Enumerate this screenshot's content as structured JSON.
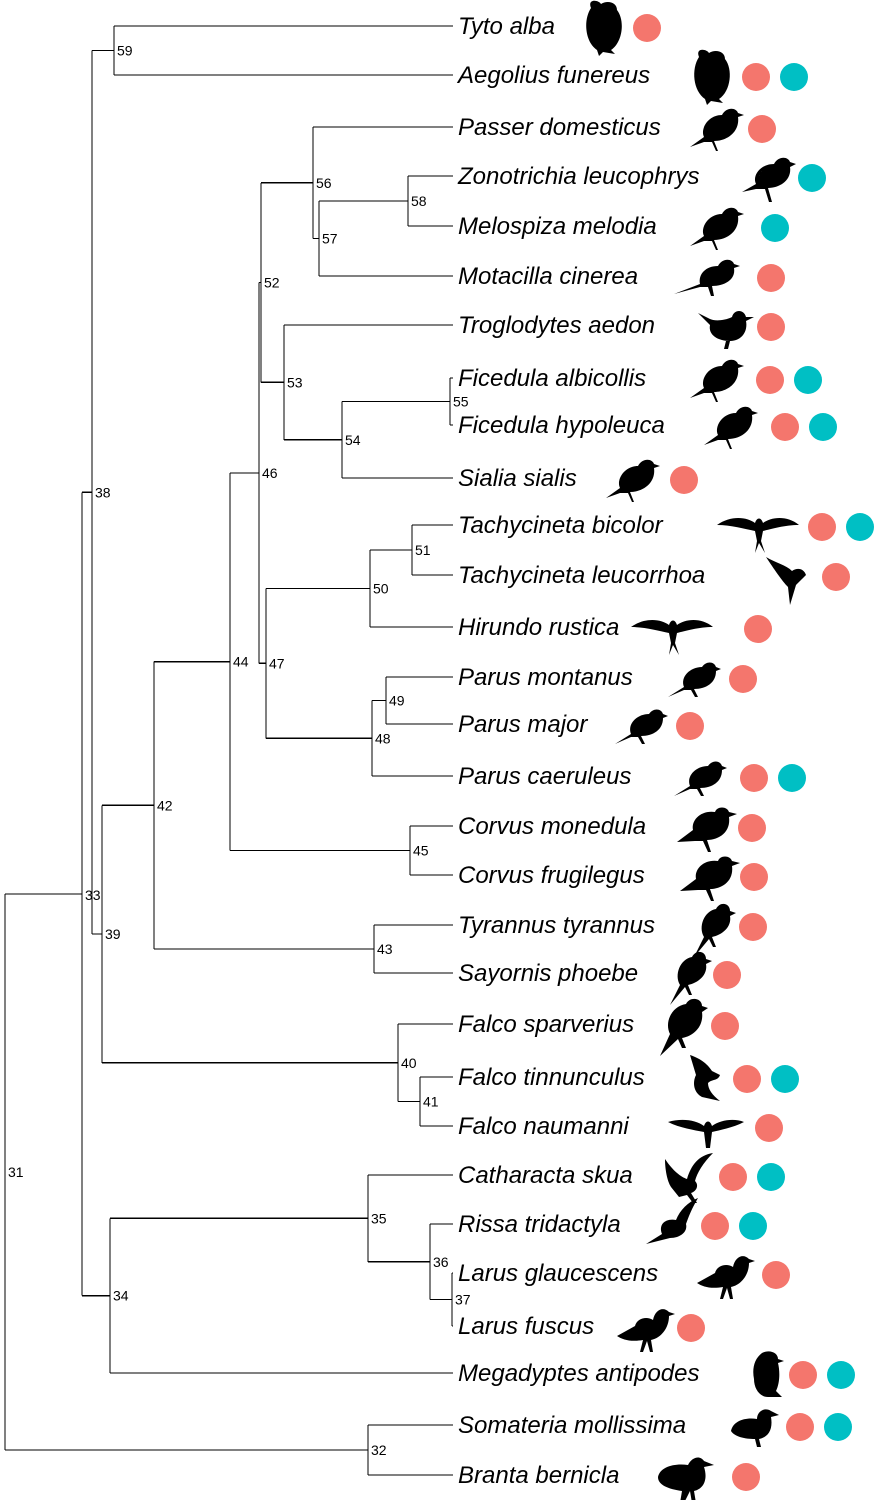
{
  "colors": {
    "marker_a": "#F4766D",
    "marker_b": "#00BFC4",
    "branch": "#000000"
  },
  "tips": [
    {
      "name": "Tyto alba",
      "node": 1,
      "icon": "owl-icon",
      "markers": [
        "a"
      ]
    },
    {
      "name": "Aegolius funereus",
      "node": 2,
      "icon": "owl-icon",
      "markers": [
        "a",
        "b"
      ]
    },
    {
      "name": "Passer domesticus",
      "node": 3,
      "icon": "songbird-icon",
      "markers": [
        "a"
      ]
    },
    {
      "name": "Zonotrichia leucophrys",
      "node": 4,
      "icon": "songbird-perched-icon",
      "markers": [
        "b"
      ]
    },
    {
      "name": "Melospiza melodia",
      "node": 5,
      "icon": "songbird-icon",
      "markers": [
        "b"
      ]
    },
    {
      "name": "Motacilla cinerea",
      "node": 6,
      "icon": "wagtail-icon",
      "markers": [
        "a"
      ]
    },
    {
      "name": "Troglodytes aedon",
      "node": 7,
      "icon": "wren-icon",
      "markers": [
        "a"
      ]
    },
    {
      "name": "Ficedula albicollis",
      "node": 8,
      "icon": "songbird-icon",
      "markers": [
        "a",
        "b"
      ]
    },
    {
      "name": "Ficedula hypoleuca",
      "node": 9,
      "icon": "songbird-icon",
      "markers": [
        "a",
        "b"
      ]
    },
    {
      "name": "Sialia sialis",
      "node": 10,
      "icon": "songbird-icon",
      "markers": [
        "a"
      ]
    },
    {
      "name": "Tachycineta bicolor",
      "node": 11,
      "icon": "swallow-flying-icon",
      "markers": [
        "a",
        "b"
      ]
    },
    {
      "name": "Tachycineta leucorrhoa",
      "node": 12,
      "icon": "swallow-diving-icon",
      "markers": [
        "a"
      ]
    },
    {
      "name": "Hirundo rustica",
      "node": 13,
      "icon": "swallow-flying-icon",
      "markers": [
        "a"
      ]
    },
    {
      "name": "Parus montanus",
      "node": 14,
      "icon": "tit-icon",
      "markers": [
        "a"
      ]
    },
    {
      "name": "Parus major",
      "node": 15,
      "icon": "tit-icon",
      "markers": [
        "a"
      ]
    },
    {
      "name": "Parus caeruleus",
      "node": 16,
      "icon": "tit-icon",
      "markers": [
        "a",
        "b"
      ]
    },
    {
      "name": "Corvus monedula",
      "node": 17,
      "icon": "crow-icon",
      "markers": [
        "a"
      ]
    },
    {
      "name": "Corvus frugilegus",
      "node": 18,
      "icon": "crow-icon",
      "markers": [
        "a"
      ]
    },
    {
      "name": "Tyrannus tyrannus",
      "node": 19,
      "icon": "flycatcher-icon",
      "markers": [
        "a"
      ]
    },
    {
      "name": "Sayornis phoebe",
      "node": 20,
      "icon": "flycatcher-icon",
      "markers": [
        "a"
      ]
    },
    {
      "name": "Falco sparverius",
      "node": 21,
      "icon": "falcon-perched-icon",
      "markers": [
        "a"
      ]
    },
    {
      "name": "Falco tinnunculus",
      "node": 22,
      "icon": "falcon-icon",
      "markers": [
        "a",
        "b"
      ]
    },
    {
      "name": "Falco naumanni",
      "node": 23,
      "icon": "falcon-flying-icon",
      "markers": [
        "a"
      ]
    },
    {
      "name": "Catharacta skua",
      "node": 24,
      "icon": "skua-icon",
      "markers": [
        "a",
        "b"
      ]
    },
    {
      "name": "Rissa tridactyla",
      "node": 25,
      "icon": "gull-flying-icon",
      "markers": [
        "a",
        "b"
      ]
    },
    {
      "name": "Larus glaucescens",
      "node": 26,
      "icon": "gull-icon",
      "markers": [
        "a"
      ]
    },
    {
      "name": "Larus fuscus",
      "node": 27,
      "icon": "gull-icon",
      "markers": [
        "a"
      ]
    },
    {
      "name": "Megadyptes antipodes",
      "node": 28,
      "icon": "penguin-icon",
      "markers": [
        "a",
        "b"
      ]
    },
    {
      "name": "Somateria mollissima",
      "node": 29,
      "icon": "duck-icon",
      "markers": [
        "a",
        "b"
      ]
    },
    {
      "name": "Branta bernicla",
      "node": 30,
      "icon": "goose-icon",
      "markers": [
        "a"
      ]
    }
  ],
  "internal_nodes": [
    {
      "id": 31,
      "children": [
        33,
        32
      ]
    },
    {
      "id": 32,
      "children": [
        29,
        30
      ]
    },
    {
      "id": 33,
      "children": [
        38,
        34
      ]
    },
    {
      "id": 34,
      "children": [
        35,
        28
      ]
    },
    {
      "id": 35,
      "children": [
        24,
        36
      ]
    },
    {
      "id": 36,
      "children": [
        25,
        37
      ]
    },
    {
      "id": 37,
      "children": [
        26,
        27
      ]
    },
    {
      "id": 38,
      "children": [
        59,
        39
      ]
    },
    {
      "id": 39,
      "children": [
        42,
        40
      ]
    },
    {
      "id": 40,
      "children": [
        21,
        41
      ]
    },
    {
      "id": 41,
      "children": [
        22,
        23
      ]
    },
    {
      "id": 42,
      "children": [
        44,
        43
      ]
    },
    {
      "id": 43,
      "children": [
        19,
        20
      ]
    },
    {
      "id": 44,
      "children": [
        46,
        45
      ]
    },
    {
      "id": 45,
      "children": [
        17,
        18
      ]
    },
    {
      "id": 46,
      "children": [
        52,
        47
      ]
    },
    {
      "id": 47,
      "children": [
        50,
        48
      ]
    },
    {
      "id": 48,
      "children": [
        49,
        16
      ]
    },
    {
      "id": 49,
      "children": [
        14,
        15
      ]
    },
    {
      "id": 50,
      "children": [
        51,
        13
      ]
    },
    {
      "id": 51,
      "children": [
        11,
        12
      ]
    },
    {
      "id": 52,
      "children": [
        56,
        53
      ]
    },
    {
      "id": 53,
      "children": [
        7,
        54
      ]
    },
    {
      "id": 54,
      "children": [
        55,
        10
      ]
    },
    {
      "id": 55,
      "children": [
        8,
        9
      ]
    },
    {
      "id": 56,
      "children": [
        3,
        57
      ]
    },
    {
      "id": 57,
      "children": [
        58,
        6
      ]
    },
    {
      "id": 58,
      "children": [
        4,
        5
      ]
    },
    {
      "id": 59,
      "children": [
        1,
        2
      ]
    }
  ],
  "root": 31
}
